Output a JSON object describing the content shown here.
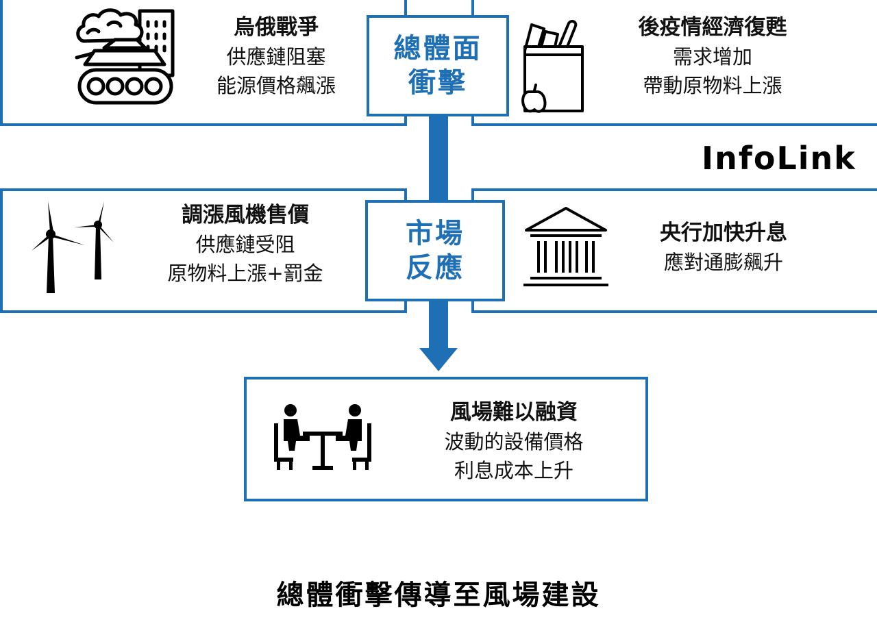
{
  "center_labels": {
    "macro": [
      "總體面",
      "衝擊"
    ],
    "market": [
      "市場",
      "反應"
    ]
  },
  "boxes": {
    "war": {
      "title": "烏俄戰爭",
      "lines": [
        "供應鏈阻塞",
        "能源價格飆漲"
      ],
      "icon": "tank-icon"
    },
    "recovery": {
      "title": "後疫情經濟復甦",
      "lines": [
        "需求增加",
        "帶動原物料上漲"
      ],
      "icon": "grocery-bag-icon"
    },
    "turbine_price": {
      "title": "調漲風機售價",
      "lines": [
        "供應鏈受阻",
        "原物料上漲+罰金"
      ],
      "icon": "wind-turbine-icon"
    },
    "central_bank": {
      "title": "央行加快升息",
      "lines": [
        "應對通膨飆升"
      ],
      "icon": "bank-building-icon"
    },
    "financing": {
      "title": "風場難以融資",
      "lines": [
        "波動的設備價格",
        "利息成本上升"
      ],
      "icon": "meeting-people-icon"
    }
  },
  "brand": "InfoLink",
  "caption": "總體衝擊傳導至風場建設",
  "colors": {
    "accent": "#1f6fb5",
    "text": "#111111",
    "background": "#ffffff"
  }
}
